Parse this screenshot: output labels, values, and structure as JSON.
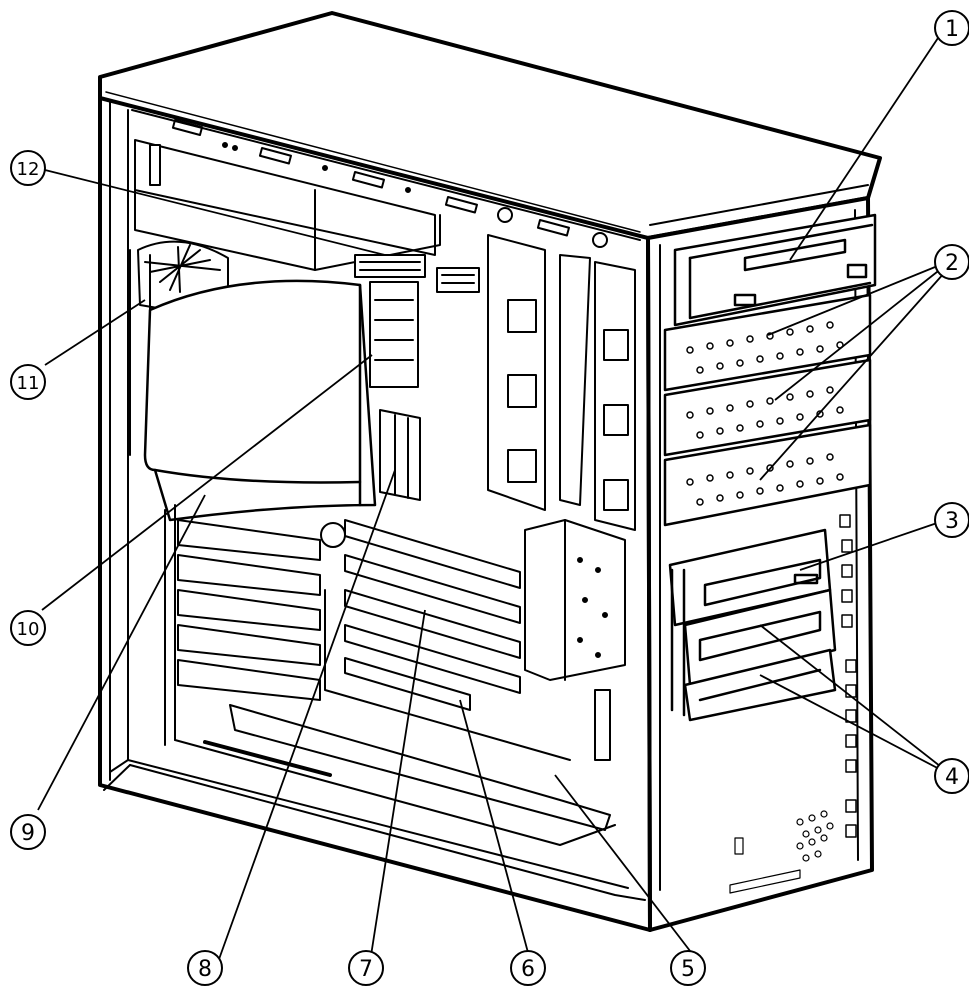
{
  "diagram": {
    "ink_color": "#000000",
    "background": "#ffffff",
    "callouts": [
      {
        "id": "1",
        "label": "1"
      },
      {
        "id": "2",
        "label": "2"
      },
      {
        "id": "3",
        "label": "3"
      },
      {
        "id": "4",
        "label": "4"
      },
      {
        "id": "5",
        "label": "5"
      },
      {
        "id": "6",
        "label": "6"
      },
      {
        "id": "7",
        "label": "7"
      },
      {
        "id": "8",
        "label": "8"
      },
      {
        "id": "9",
        "label": "9"
      },
      {
        "id": "10",
        "label": "10"
      },
      {
        "id": "11",
        "label": "11"
      },
      {
        "id": "12",
        "label": "12"
      }
    ]
  }
}
